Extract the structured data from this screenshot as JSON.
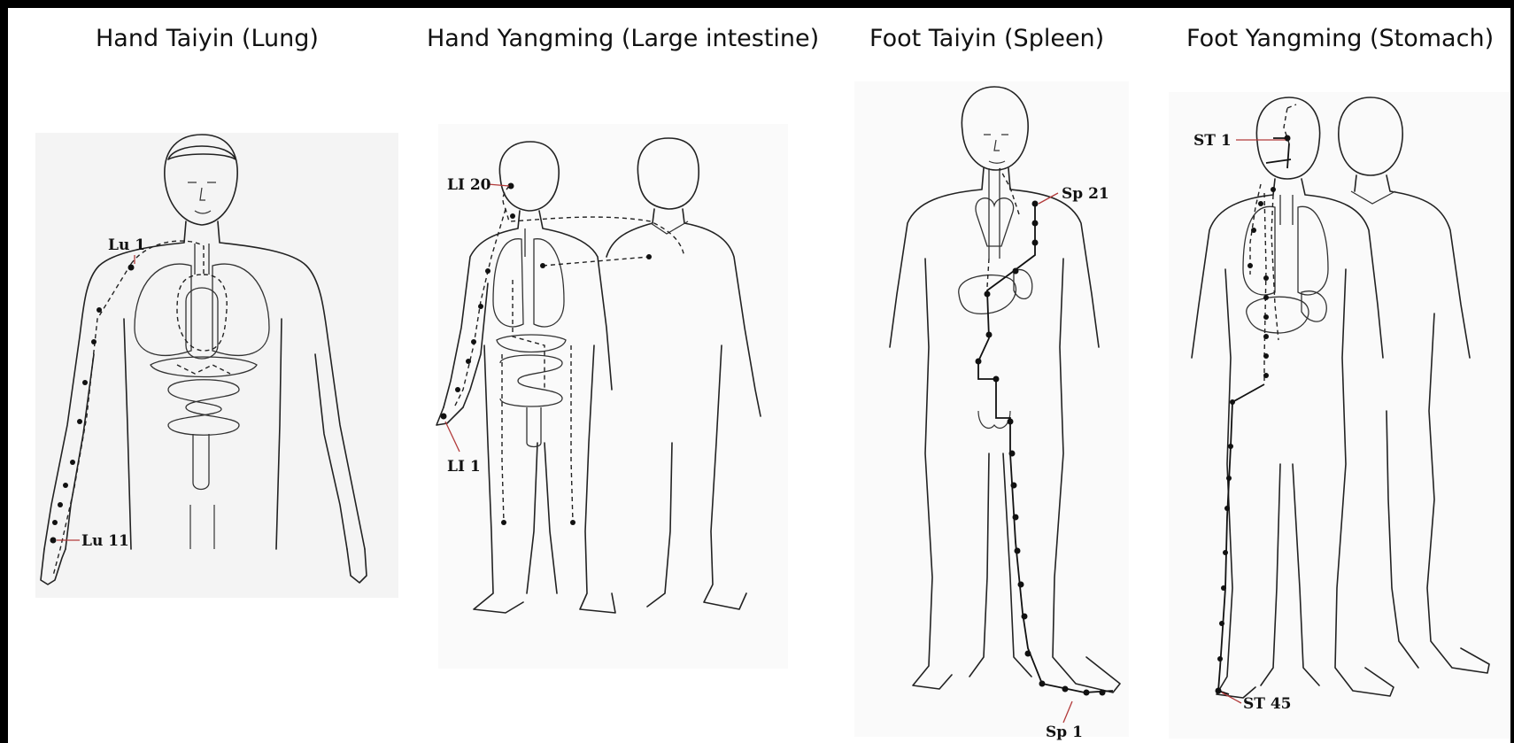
{
  "panels": [
    {
      "title": "Hand Taiyin (Lung)",
      "start_point": "Lu 1",
      "end_point": "Lu 11"
    },
    {
      "title": "Hand Yangming (Large intestine)",
      "start_point": "LI 20",
      "end_point": "LI 1"
    },
    {
      "title": "Foot Taiyin (Spleen)",
      "start_point": "Sp 21",
      "end_point": "Sp 1"
    },
    {
      "title": "Foot Yangming (Stomach)",
      "start_point": "ST 1",
      "end_point": "ST 45"
    }
  ]
}
